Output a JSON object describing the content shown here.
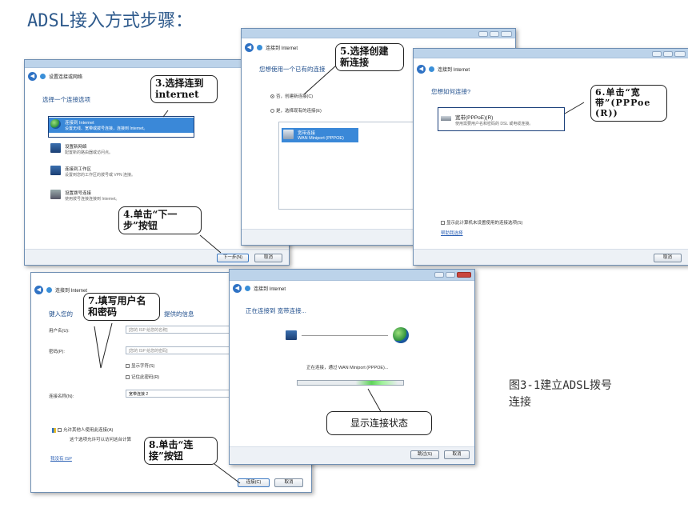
{
  "page": {
    "title": "ADSL接入方式步骤：",
    "caption": [
      "图3-1建立ADSL拨号",
      "连接"
    ]
  },
  "win1": {
    "nav_title": "设置连接或网络",
    "heading": "选择一个连接选项",
    "options": [
      {
        "label": "连接到 Internet",
        "desc": "设置无线、宽带或拨号连接，连接到 Internet。"
      },
      {
        "label": "设置新网络",
        "desc": "配置新的路由器或访问点。"
      },
      {
        "label": "连接到工作区",
        "desc": "设置到您的工作区的拨号或 VPN 连接。"
      },
      {
        "label": "设置拨号连接",
        "desc": "使用拨号连接连接到 Internet。"
      }
    ],
    "next_button": "下一步(N)",
    "cancel_button": "取消"
  },
  "win2": {
    "nav_title": "连接到 Internet",
    "heading": "您想使用一个已有的连接",
    "radio_no": "否，创建新连接(C)",
    "radio_yes": "是，选择现有的连接(E)",
    "list_item": [
      "宽带连接",
      "WAN Miniport (PPPOE)"
    ]
  },
  "win3": {
    "nav_title": "连接到 Internet",
    "heading": "您想如何连接?",
    "option_title": "宽带(PPPoE)(R)",
    "option_desc": "使用需要用户名和密码的 DSL 或电缆连接。",
    "show_unset": "显示此计算机未设置使用的连接选项(S)",
    "help_link": "帮助我选择",
    "cancel_button": "取消"
  },
  "win4": {
    "nav_title": "连接到 Internet",
    "heading_left": "键入您的",
    "heading_right": "提供的信息",
    "username_label": "用户名(U):",
    "username_placeholder": "[您的 ISP 给您的名称]",
    "password_label": "密码(P):",
    "password_placeholder": "[您的 ISP 给您的密码]",
    "show_chars": "显示字符(S)",
    "remember_pwd": "记住此密码(R)",
    "conn_name_label": "连接名称(N):",
    "conn_name_value": "宽带连接 2",
    "allow_others": "允许其他人使用此连接(A)",
    "allow_others_desc": "这个选项允许可以访问这台计算",
    "no_isp_link": "我没有 ISP",
    "connect_button": "连接(C)",
    "cancel_button": "取消"
  },
  "win5": {
    "nav_title": "连接到 Internet",
    "heading": "正在连接到 宽带连接...",
    "status": "正在连接，通过 WAN Miniport (PPPOE)...",
    "progress": 0.7,
    "skip_button": "跳过(S)",
    "cancel_button": "取消"
  },
  "callouts": {
    "step3": [
      "3.选择连到",
      "internet"
    ],
    "step4": [
      "4.单击“下一",
      "步”按钮"
    ],
    "step5": [
      "5.选择创建",
      "新连接"
    ],
    "step6": [
      "6.单击“宽",
      "带”(PPPoe",
      "(R))"
    ],
    "step7": [
      "7.填写用户名",
      "和密码"
    ],
    "step8": [
      "8.单击“连",
      "接”按钮"
    ],
    "status": "显示连接状态"
  },
  "colors": {
    "title": "#2e5a8c",
    "selection": "#3a88d8",
    "window_border": "#6f8fb3"
  }
}
